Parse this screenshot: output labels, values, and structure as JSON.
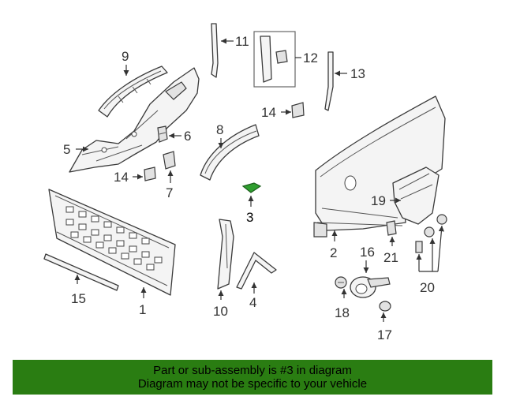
{
  "callouts": {
    "c1": "1",
    "c2": "2",
    "c3": "3",
    "c4": "4",
    "c5": "5",
    "c6": "6",
    "c7": "7",
    "c8": "8",
    "c9": "9",
    "c10": "10",
    "c11": "11",
    "c12": "12",
    "c13": "13",
    "c14a": "14",
    "c14b": "14",
    "c15": "15",
    "c16": "16",
    "c17": "17",
    "c18": "18",
    "c19": "19",
    "c20": "20",
    "c21": "21"
  },
  "highlighted_part": "3",
  "colors": {
    "highlight": "#2f9e2f",
    "banner": "#2a7d12"
  },
  "banner": {
    "line1": "Part or sub-assembly is #3 in diagram",
    "line2": "Diagram may not be specific to your vehicle"
  }
}
